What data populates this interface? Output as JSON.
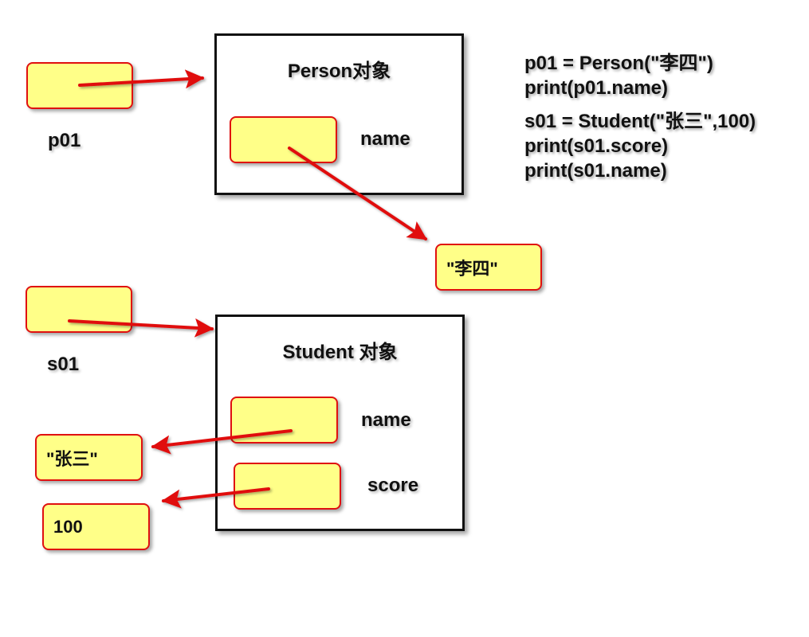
{
  "variables": {
    "p01": "p01",
    "s01": "s01"
  },
  "person_object": {
    "title": "Person对象",
    "field_name": "name"
  },
  "student_object": {
    "title": "Student 对象",
    "field_name": "name",
    "field_score": "score"
  },
  "values": {
    "lisi": "\"李四\"",
    "zhangsan": "\"张三\"",
    "score_value": "100"
  },
  "code": [
    "p01 = Person(\"李四\")",
    "print(p01.name)",
    "s01 = Student(\"张三\",100)",
    "print(s01.score)",
    "print(s01.name)"
  ],
  "colors": {
    "cell_fill": "#ffff88",
    "cell_border": "#e01010",
    "arrow": "#e01010",
    "frame": "#111111"
  }
}
